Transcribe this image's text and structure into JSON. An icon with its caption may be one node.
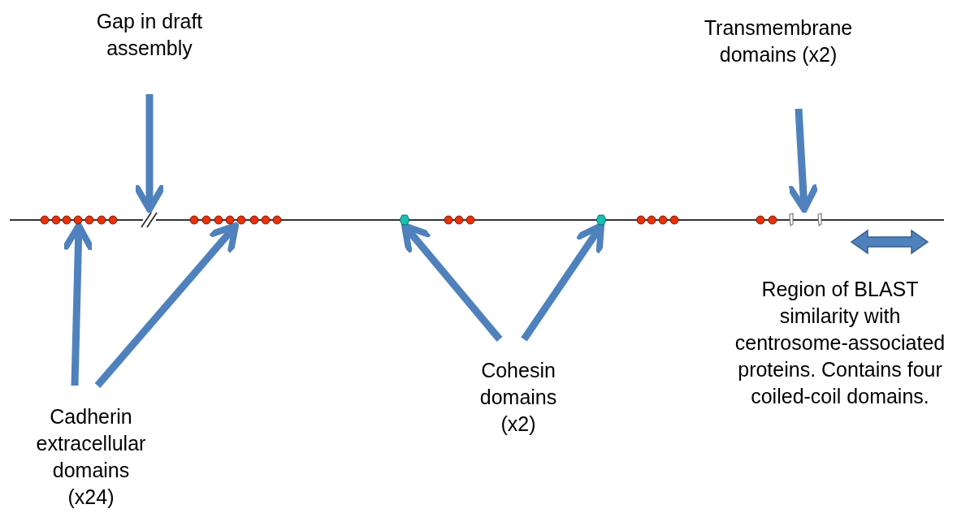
{
  "diagram": {
    "nodes": [
      {
        "text": [
          "Gap in draft assembly"
        ]
      },
      {
        "text": [
          "Transmembrane domains (x2)"
        ]
      },
      {
        "text": [],
        "shape": "circle"
      },
      {
        "text": [],
        "shape": "picture"
      },
      {
        "text": [],
        "shape": "circle"
      },
      {
        "text": [],
        "shape": "hexagon"
      },
      {
        "text": [],
        "shape": "hexagon"
      },
      {
        "text": [],
        "shape": "picture"
      },
      {
        "text": [
          "Cadherin extracellular domains (x24)"
        ]
      },
      {
        "text": [
          "Cohesin domains (x2)"
        ]
      },
      {
        "text": [
          "Region of BLAST similarity with centrosome-associated proteins. Contains four coiled-coil domains."
        ]
      }
    ],
    "edges": [
      {
        "from": 0,
        "to": 3,
        "arrow": "to"
      },
      {
        "from": 1,
        "to": 7,
        "arrow": "to"
      },
      {
        "from": 8,
        "to": 2,
        "arrow": "to"
      },
      {
        "from": 8,
        "to": 4,
        "arrow": "to"
      },
      {
        "from": 9,
        "to": 5,
        "arrow": "to"
      },
      {
        "from": 9,
        "to": 6,
        "arrow": "to"
      }
    ]
  }
}
